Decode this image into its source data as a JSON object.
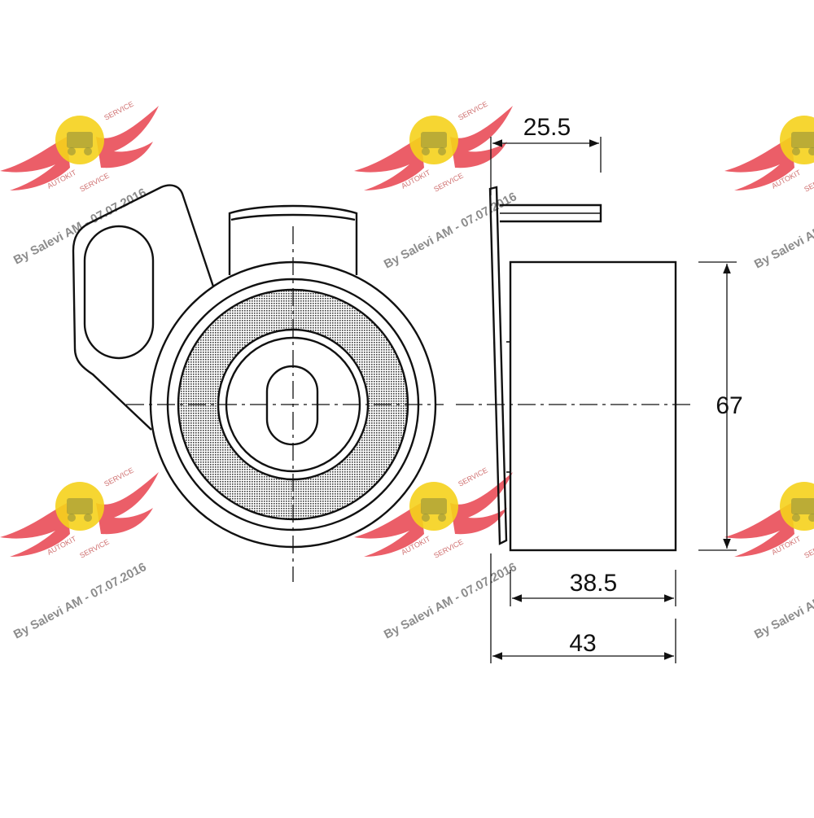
{
  "dimensions": {
    "top_offset": "25.5",
    "height": "67",
    "roller_width": "38.5",
    "overall_width": "43"
  },
  "watermark": {
    "credit": "By Salevi AM - 07.07.2016",
    "logo_text_top": "AUTOKIT",
    "logo_text_side": "SERVICE",
    "logo_text_bottom": "SERVICE",
    "logo_wing_color": "#e8424d",
    "logo_badge_color": "#f5d21c"
  },
  "colors": {
    "line": "#111111",
    "hatch": "#3a3a3a"
  }
}
